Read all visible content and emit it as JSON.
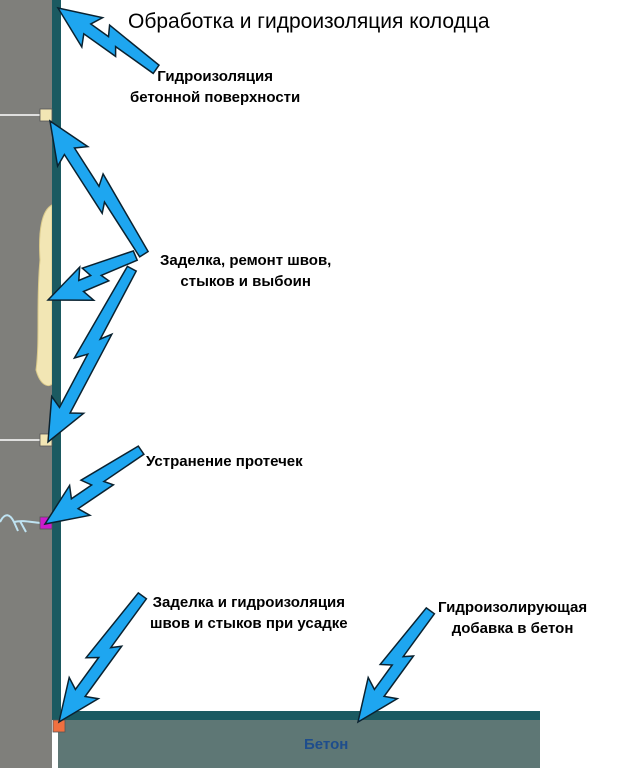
{
  "title": "Обработка и гидроизоляция колодца",
  "labels": {
    "surface": [
      "Гидроизоляция",
      "бетонной поверхности"
    ],
    "seams": [
      "Заделка, ремонт швов,",
      "стыков и выбоин"
    ],
    "leaks": "Устранение протечек",
    "shrinkage": [
      "Заделка и гидроизоляция",
      "швов и стыков при усадке"
    ],
    "additive": [
      "Гидроизолирующая",
      "добавка в бетон"
    ],
    "concrete": "Бетон"
  },
  "colors": {
    "wall": "#7f7f7b",
    "membrane": "#1b5a61",
    "arrow": "#1ea6f0",
    "floor": "#5e7775",
    "patch": "#f2e6b4",
    "leak_marker": "#cc1ccc",
    "joint_marker": "#f07040"
  }
}
